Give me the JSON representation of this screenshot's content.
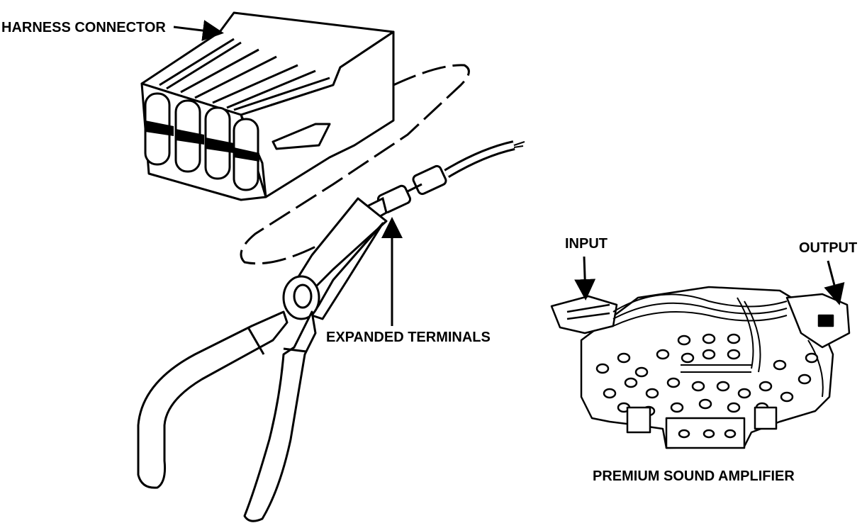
{
  "labels": {
    "harness_connector": "HARNESS CONNECTOR",
    "expanded_terminals": "EXPANDED TERMINALS",
    "input": "INPUT",
    "output": "OUTPUT",
    "amplifier": "PREMIUM SOUND AMPLIFIER"
  },
  "colors": {
    "ink": "#000000",
    "paper": "#ffffff"
  }
}
